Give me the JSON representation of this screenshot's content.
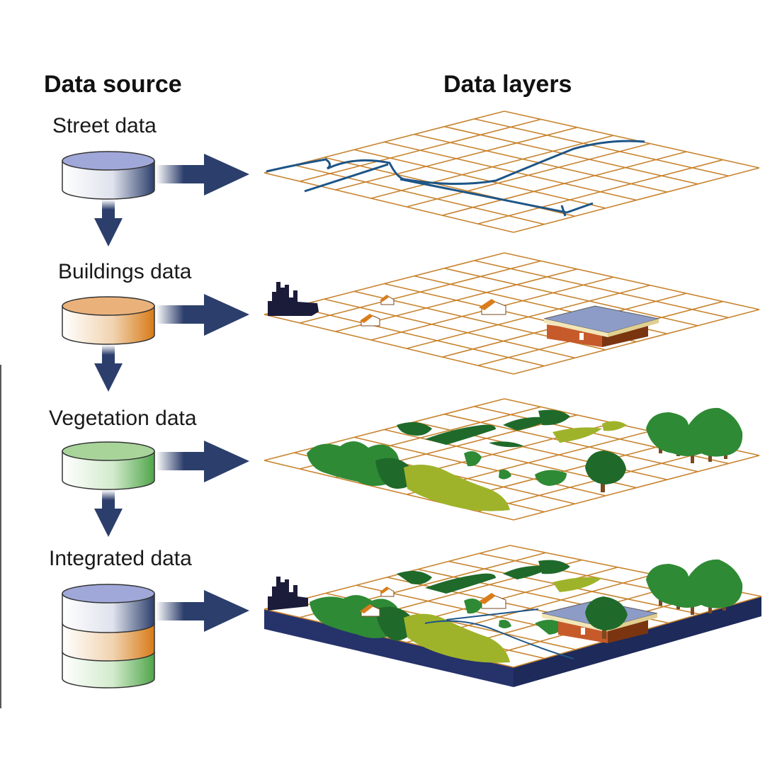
{
  "headers": {
    "source": "Data source",
    "layers": "Data layers"
  },
  "sources": [
    {
      "label": "Street data",
      "color": "#9fa8d8"
    },
    {
      "label": "Buildings data",
      "color": "#eab27a"
    },
    {
      "label": "Vegetation data",
      "color": "#a8d49a"
    },
    {
      "label": "Integrated data",
      "color": "#9fa8d8"
    }
  ],
  "colors": {
    "arrow": "#2c3e6b",
    "grid": "#c8842f",
    "street": "#1d5587",
    "base_slab": "#26326a",
    "tree_dark": "#1f6a2a",
    "tree_mid": "#2f8a35",
    "vegetation_light": "#9fb32a",
    "building_roof": "#8d9cc7",
    "building_wall": "#c65a2a",
    "house_wall": "#ffffff",
    "house_roof": "#d97d1c",
    "city_silhouette": "#1b1b3a"
  },
  "icons": [
    "database-cylinder-icon",
    "right-arrow-icon",
    "down-arrow-icon",
    "city-skyline-icon",
    "house-icon",
    "tree-icon"
  ]
}
